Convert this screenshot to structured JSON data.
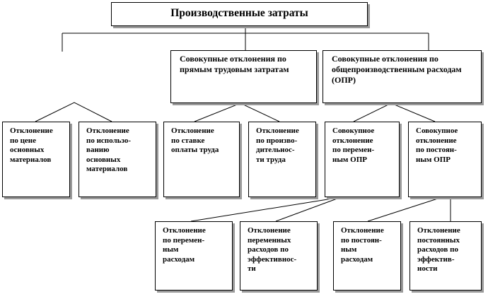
{
  "diagram": {
    "root": {
      "label": "Производственные затраты"
    },
    "level1": [
      {
        "label": "Совокупные отклонения по прямым трудовым затратам"
      },
      {
        "label": "Совокупные отклонения по общепроизводственным расходам (ОПР)"
      }
    ],
    "level2": [
      {
        "label": "Отклонение\nпо цене\nосновных\nматериалов"
      },
      {
        "label": "Отклонение\nпо использо-\nванию\nосновных\nматериалов"
      },
      {
        "label": "Отклонение\nпо ставке\nоплаты труда"
      },
      {
        "label": "Отклонение\nпо произво-\nдительнос-\nти труда"
      },
      {
        "label": "Совокупное\nотклонение\nпо перемен-\nным ОПР"
      },
      {
        "label": "Совокупное\nотклонение\nпо постоян-\nным ОПР"
      }
    ],
    "level3": [
      {
        "label": "Отклонение\nпо перемен-\nным\nрасходам"
      },
      {
        "label": "Отклонение\nпеременных\nрасходов по\nэффективнос-\nти"
      },
      {
        "label": "Отклонение\nпо постоян-\nным\nрасходам"
      },
      {
        "label": "Отклонение\nпостоянных\nрасходов по\nэффектив-\nности"
      }
    ]
  }
}
